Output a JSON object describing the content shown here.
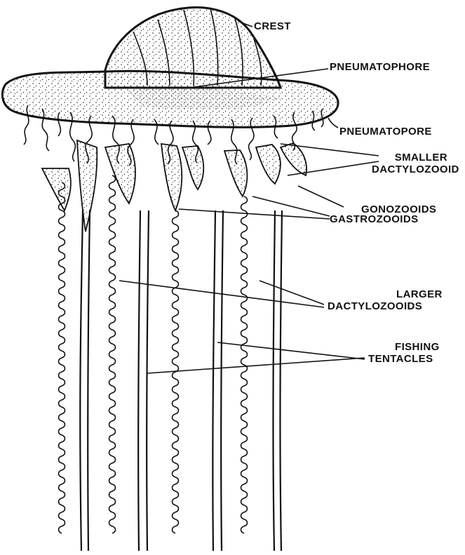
{
  "labels": {
    "crest": "CREST",
    "pneumatophore_top": "PNEUMATOPHORE",
    "pneumatophore_bottom": "PNEUMATOPORE",
    "smaller_dactylozooid_1": "SMALLER",
    "smaller_dactylozooid_2": "DACTYLOZOOID",
    "gonozooids": "GONOZOOIDS",
    "gastrozooids": "GASTROZOOIDS",
    "larger_dactylozooids_1": "LARGER",
    "larger_dactylozooids_2": "DACTYLOZOOIDS",
    "fishing_tentacles_1": "FISHING",
    "fishing_tentacles_2": "TENTACLES"
  },
  "colors": {
    "ink": "#111111",
    "background": "#ffffff"
  }
}
